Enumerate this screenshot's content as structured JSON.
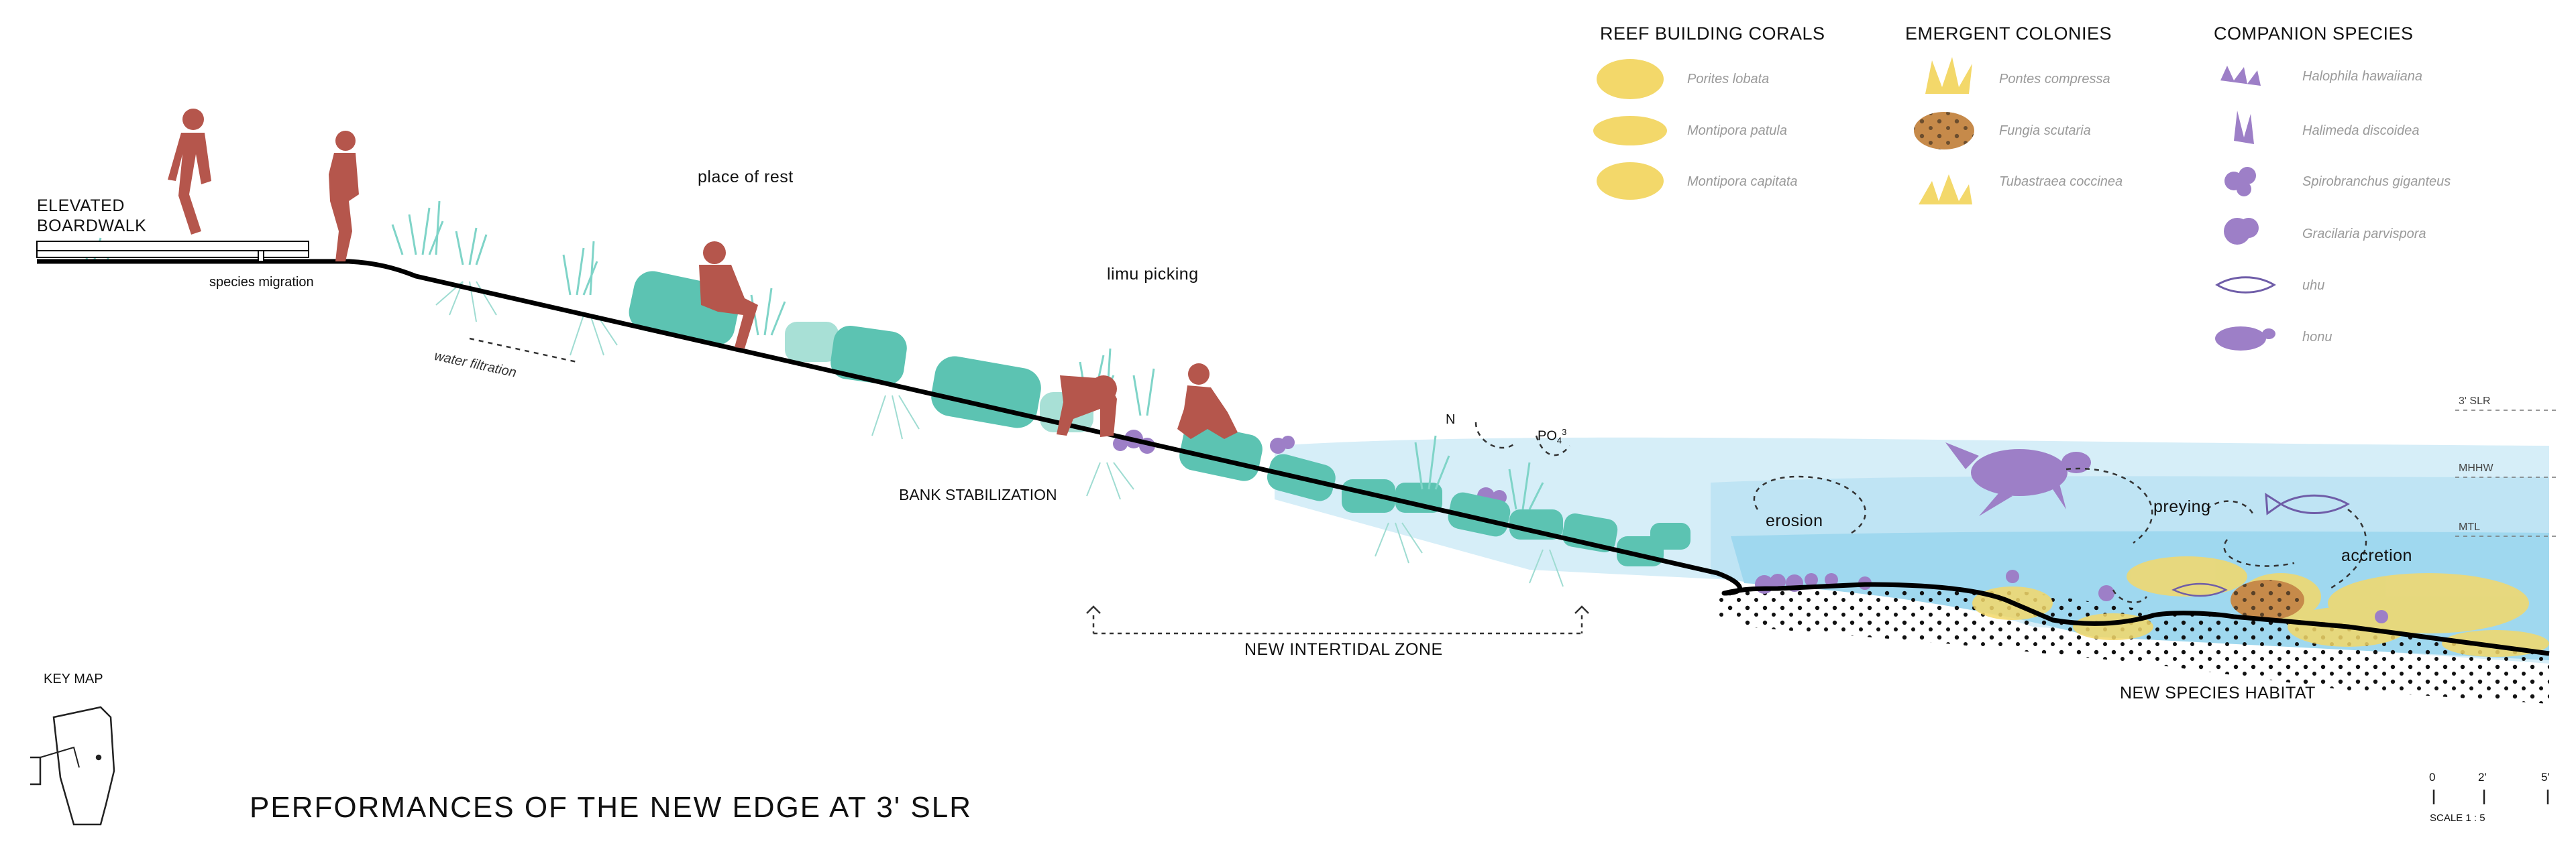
{
  "title": "PERFORMANCES OF THE NEW EDGE AT 3' SLR",
  "labels": {
    "elevated_boardwalk": "ELEVATED\nBOARDWALK",
    "species_migration": "species migration",
    "water_filtration": "water filtration",
    "place_of_rest": "place of rest",
    "limu_picking": "limu picking",
    "bank_stabilization": "BANK STABILIZATION",
    "new_intertidal_zone": "NEW INTERTIDAL ZONE",
    "new_species_habitat": "NEW SPECIES HABITAT",
    "erosion": "erosion",
    "preying": "preying",
    "accretion": "accretion",
    "nitrogen": "N",
    "phosphate": "PO",
    "phosphate_sub": "4",
    "phosphate_sup": "3",
    "key_map": "KEY MAP"
  },
  "tide_levels": [
    {
      "label": "3' SLR"
    },
    {
      "label": "MHHW"
    },
    {
      "label": "MTL"
    }
  ],
  "scale": {
    "ticks": [
      "0",
      "2'",
      "5'"
    ],
    "label": "SCALE 1 : 5"
  },
  "legend": {
    "reef_building_corals": {
      "heading": "REEF BUILDING CORALS",
      "items": [
        "Porites lobata",
        "Montipora patula",
        "Montipora capitata"
      ]
    },
    "emergent_colonies": {
      "heading": "EMERGENT COLONIES",
      "items": [
        "Pontes compressa",
        "Fungia scutaria",
        "Tubastraea coccinea"
      ]
    },
    "companion_species": {
      "heading": "COMPANION SPECIES",
      "items": [
        "Halophila hawaiiana",
        "Halimeda discoidea",
        "Spirobranchus giganteus",
        "Gracilaria parvispora",
        "uhu",
        "honu"
      ]
    }
  },
  "colors": {
    "ground_line": "#000000",
    "figure": "#b5564c",
    "boulder": "#5cc3b2",
    "boulder_light": "#a8e0d6",
    "grass": "#7fd4c8",
    "water_light": "#cdeaf6",
    "water_mid": "#a7dbf0",
    "water_deep": "#8bd0ec",
    "coral_yellow": "#f3d86a",
    "companion_purple": "#9d7fc7",
    "legend_text": "#9a9a9a"
  }
}
